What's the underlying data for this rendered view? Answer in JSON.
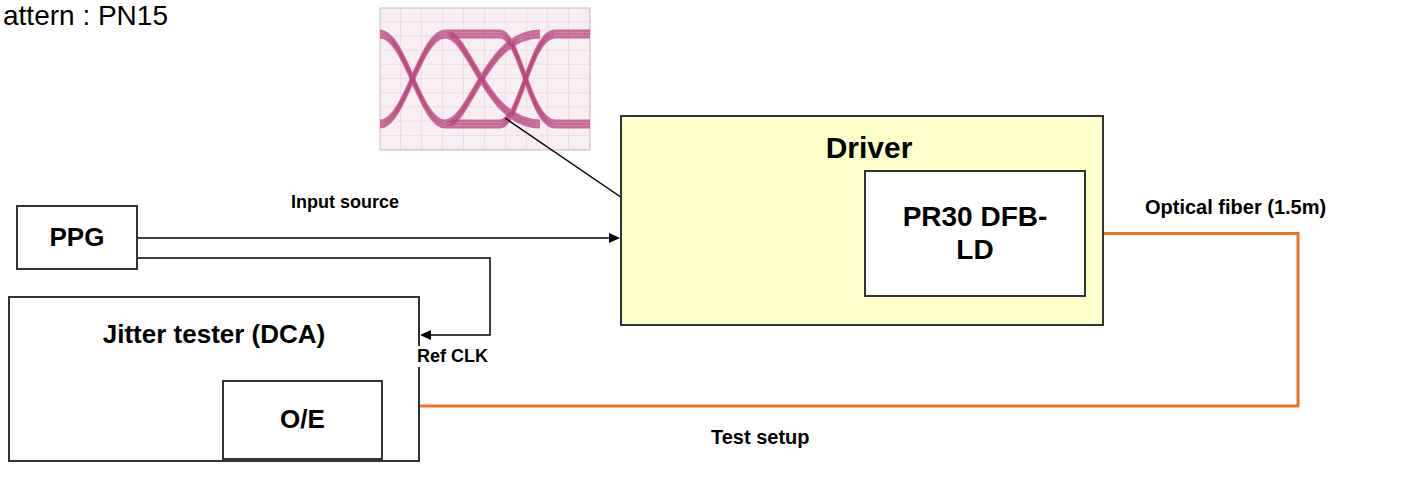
{
  "diagram": {
    "nodes": [
      {
        "text": [
          "PPG"
        ]
      },
      {
        "text": [
          "Jitter tester (DCA)"
        ]
      },
      {
        "text": [
          "O/E"
        ],
        "in": 1
      },
      {
        "text": [
          "Driver"
        ]
      },
      {
        "text": [
          "PR30 DFB-LD"
        ],
        "in": 3
      }
    ],
    "edges": [
      {
        "from": 0,
        "to": 3,
        "arrow": "to",
        "label": "Input source"
      },
      {
        "from": 0,
        "to": 1,
        "arrow": "to",
        "label": "Ref CLK"
      },
      {
        "from": 4,
        "to": 2,
        "arrow": "to",
        "label": "Optical fiber (1.5m)"
      }
    ],
    "labels": [
      "attern : PN15",
      "Test setup"
    ]
  }
}
